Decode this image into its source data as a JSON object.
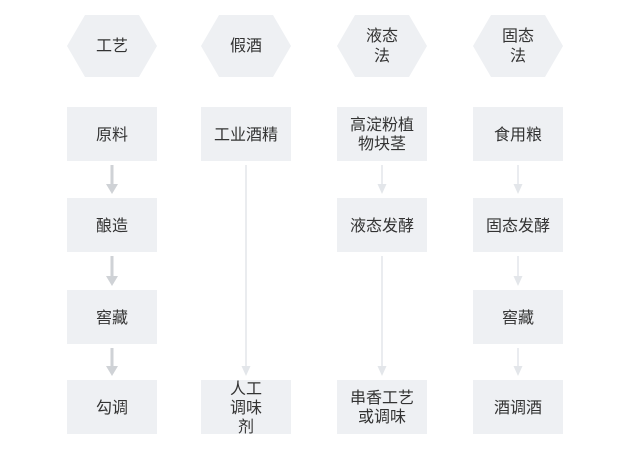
{
  "columns": [
    {
      "header": "工艺",
      "steps": [
        "原料",
        "酿造",
        "窖藏",
        "勾调"
      ],
      "arrow_color": "#cfd2d6"
    },
    {
      "header": "假酒",
      "steps": [
        "工业酒精",
        "人工调味剂"
      ],
      "arrow_color": "#e3e6ea"
    },
    {
      "header": "液态法",
      "steps": [
        "高淀粉植物块茎",
        "液态发酵",
        "串香工艺或调味"
      ],
      "arrow_color": "#e3e6ea"
    },
    {
      "header": "固态法",
      "steps": [
        "食用粮",
        "固态发酵",
        "窖藏",
        "酒调酒"
      ],
      "arrow_color": "#e3e6ea"
    }
  ],
  "colors": {
    "node_fill": "#eef0f3",
    "text": "#333333"
  }
}
